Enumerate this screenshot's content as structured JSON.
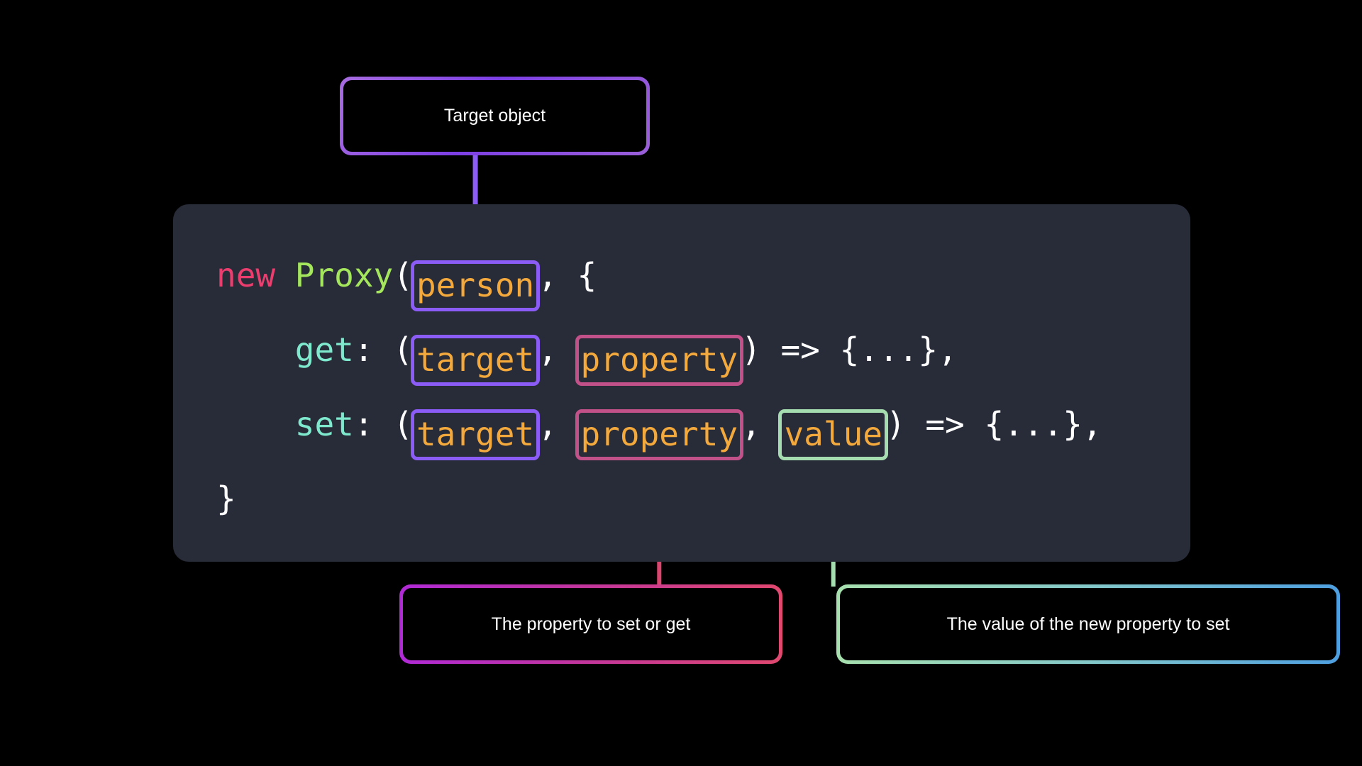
{
  "theme": {
    "page_background": "#000000",
    "panel_background": "#282b38",
    "text_white": "#ffffff",
    "keyword_pink": "#ec3e6e",
    "class_green": "#a5e75c",
    "property_teal": "#7fe9ce",
    "argument_orange": "#f4a93c",
    "accent_purple": "#8b5cf6",
    "accent_pink": "#c25089",
    "accent_green": "#a5dcb0",
    "accent_blue": "#4e9fe0"
  },
  "callouts": {
    "target": {
      "label": "Target object",
      "gradient_from": "#a86ce0",
      "gradient_to": "#7c3fe4"
    },
    "property": {
      "label": "The property to set or get",
      "gradient_from": "#b02ad6",
      "gradient_to": "#e0486f"
    },
    "value": {
      "label": "The value of the new property to set",
      "gradient_from": "#a7e0ae",
      "gradient_to": "#4e9fe0"
    }
  },
  "code": {
    "language": "javascript",
    "lines": [
      {
        "id": "line-1",
        "indent": 0,
        "tokens": [
          {
            "type": "keyword",
            "text": "new "
          },
          {
            "type": "class",
            "text": "Proxy"
          },
          {
            "type": "punct",
            "text": "("
          },
          {
            "type": "chip",
            "text": "person",
            "accent": "purple",
            "name": "person"
          },
          {
            "type": "punct",
            "text": ", {"
          }
        ]
      },
      {
        "id": "line-2",
        "indent": 1,
        "tokens": [
          {
            "type": "prop",
            "text": "get"
          },
          {
            "type": "punct",
            "text": ": ("
          },
          {
            "type": "chip",
            "text": "target",
            "accent": "purple",
            "name": "target-get"
          },
          {
            "type": "punct",
            "text": ", "
          },
          {
            "type": "chip",
            "text": "property",
            "accent": "pink",
            "name": "property-get"
          },
          {
            "type": "punct",
            "text": ") => {...},"
          }
        ]
      },
      {
        "id": "line-3",
        "indent": 1,
        "tokens": [
          {
            "type": "prop",
            "text": "set"
          },
          {
            "type": "punct",
            "text": ": ("
          },
          {
            "type": "chip",
            "text": "target",
            "accent": "purple",
            "name": "target-set"
          },
          {
            "type": "punct",
            "text": ", "
          },
          {
            "type": "chip",
            "text": "property",
            "accent": "pink",
            "name": "property-set"
          },
          {
            "type": "punct",
            "text": ", "
          },
          {
            "type": "chip",
            "text": "value",
            "accent": "green",
            "name": "value"
          },
          {
            "type": "punct",
            "text": ") => {...},"
          }
        ]
      },
      {
        "id": "line-4",
        "indent": 0,
        "tokens": [
          {
            "type": "punct",
            "text": "}"
          }
        ]
      }
    ]
  },
  "connectors": [
    {
      "name": "target-object-to-person",
      "color": "#8b5cf6",
      "from": "callout-target",
      "to": "chip-person"
    },
    {
      "name": "person-to-target-get",
      "color": "#8b5cf6",
      "from": "chip-person",
      "to": "chip-target-get"
    },
    {
      "name": "target-get-to-target-set",
      "color": "#8b5cf6",
      "from": "chip-target-get",
      "to": "chip-target-set"
    },
    {
      "name": "property-get-to-property-set",
      "color": "#c25089",
      "from": "chip-property-get",
      "to": "chip-property-set"
    },
    {
      "name": "property-set-to-callout",
      "color": "#d9456f",
      "from": "chip-property-set",
      "to": "callout-property"
    },
    {
      "name": "value-to-callout",
      "color": "#a5dcb0",
      "from": "chip-value",
      "to": "callout-value"
    }
  ]
}
